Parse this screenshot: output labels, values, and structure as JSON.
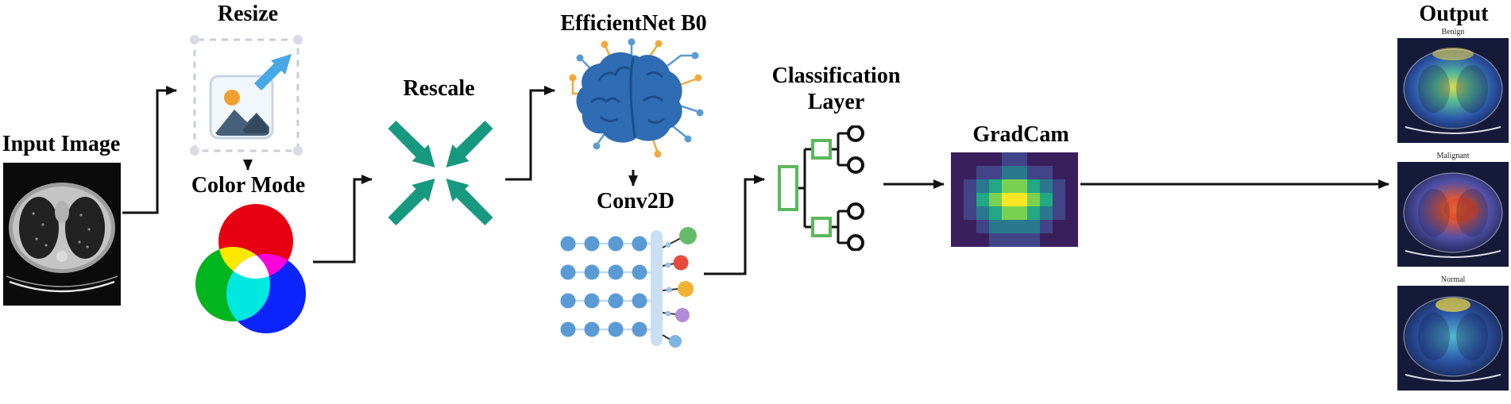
{
  "labels": {
    "input_image": "Input Image",
    "resize": "Resize",
    "color_mode": "Color Mode",
    "rescale": "Rescale",
    "efficientnet": "EfficientNet B0",
    "conv2d": "Conv2D",
    "classification_line1": "Classification",
    "classification_line2": "Layer",
    "gradcam": "GradCam",
    "output": "Output"
  },
  "output_images": [
    {
      "label": "Benign"
    },
    {
      "label": "Malignant"
    },
    {
      "label": "Normal"
    }
  ],
  "icons": {
    "input": "ct-scan-image",
    "resize": "image-resize-icon",
    "color_mode": "rgb-venn-icon",
    "rescale": "compress-arrows-icon",
    "efficientnet": "brain-circuit-icon",
    "conv2d": "neural-network-icon",
    "classification": "tree-diagram-icon",
    "gradcam": "heatmap-image",
    "output": "heatmap-overlay-ct-thumbnails"
  },
  "colors": {
    "teal": "#17997F",
    "brain_blue": "#2F6CB3",
    "node_orange": "#F0A93A",
    "node_blue": "#5B9BD5",
    "classification_green": "#5CB85C",
    "resize_arrow_blue": "#47A8E8",
    "arrow_black": "#111111"
  },
  "gradcam_heatmap": {
    "palette": [
      "#3a1f5d",
      "#414487",
      "#2a788e",
      "#22a884",
      "#7ad151",
      "#fde725"
    ],
    "grid": [
      [
        0,
        0,
        0,
        0,
        1,
        1,
        0,
        0,
        0,
        0
      ],
      [
        0,
        0,
        1,
        1,
        2,
        2,
        1,
        1,
        0,
        0
      ],
      [
        0,
        1,
        2,
        3,
        4,
        4,
        3,
        2,
        1,
        0
      ],
      [
        0,
        1,
        3,
        4,
        5,
        5,
        4,
        3,
        1,
        0
      ],
      [
        0,
        1,
        2,
        3,
        4,
        4,
        3,
        2,
        1,
        0
      ],
      [
        0,
        0,
        1,
        2,
        2,
        2,
        2,
        1,
        0,
        0
      ],
      [
        0,
        0,
        0,
        1,
        1,
        1,
        1,
        0,
        0,
        0
      ]
    ]
  }
}
